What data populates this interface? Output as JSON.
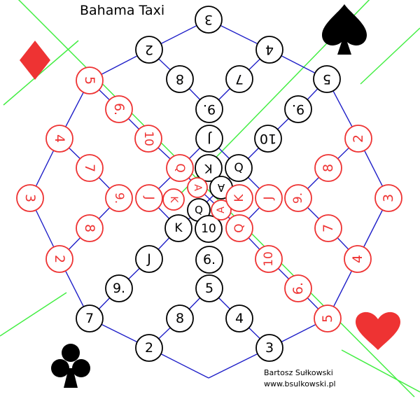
{
  "title": "Bahama Taxi",
  "credits": {
    "author": "Bartosz Sułkowski",
    "url": "www.bsulkowski.pl"
  },
  "colors": {
    "edge": "#1f1fc8",
    "diagonal": "#44ee44",
    "black": "#000000",
    "red": "#ee3333"
  },
  "suits": [
    {
      "name": "spade-icon",
      "color": "black"
    },
    {
      "name": "diamond-icon",
      "color": "red"
    },
    {
      "name": "heart-icon",
      "color": "red"
    },
    {
      "name": "club-icon",
      "color": "black"
    }
  ],
  "black_nodes": [
    "3",
    "2",
    "4",
    "8",
    "7",
    "5",
    "9.",
    "9.",
    "J",
    "10",
    "K",
    "Q",
    "A",
    "Q",
    "K",
    "10",
    "J",
    "6.",
    "9.",
    "5",
    "7",
    "8",
    "4",
    "2",
    "3"
  ],
  "red_nodes": [
    "5",
    "6.",
    "4",
    "10",
    "2",
    "7",
    "Q",
    "8",
    "3",
    "9.",
    "J",
    "K",
    "A",
    "A",
    "K",
    "J",
    "9.",
    "3",
    "8",
    "7",
    "Q",
    "2",
    "10",
    "4",
    "6.",
    "5"
  ]
}
